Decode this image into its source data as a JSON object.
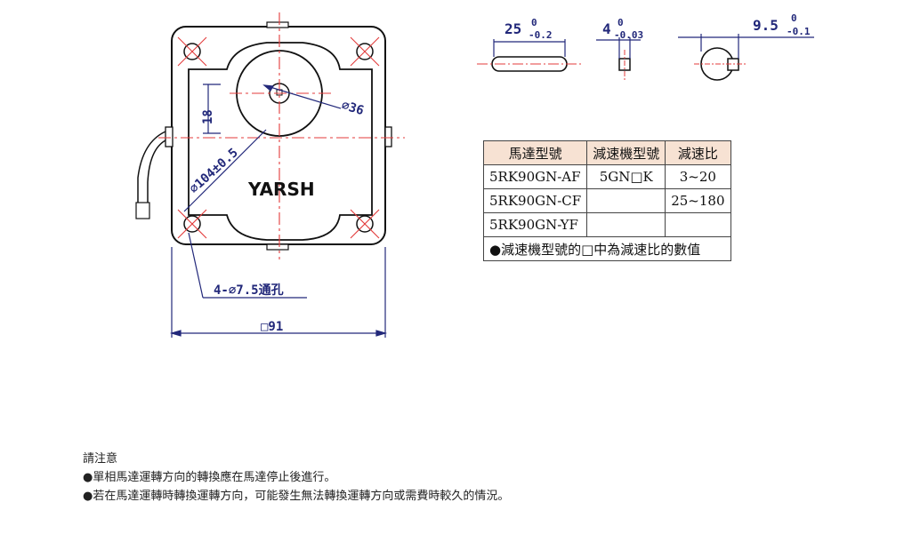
{
  "drawing": {
    "brand": "YARSH",
    "dim_diameter_36": "⌀36",
    "dim_18": "18",
    "dim_diameter_104": "⌀104±0.5",
    "dim_holes": "4-⌀7.5通孔",
    "dim_square_91": "□91",
    "shaft_length": {
      "value": "25",
      "upper": "0",
      "lower": "-0.2"
    },
    "key_width": {
      "value": "4",
      "upper": "0",
      "lower": "-0.03"
    },
    "key_height": {
      "value": "9.5",
      "upper": "0",
      "lower": "-0.1"
    }
  },
  "table": {
    "headers": [
      "馬達型號",
      "減速機型號",
      "減速比"
    ],
    "rows": [
      [
        "5RK90GN-AF",
        "5GN□K",
        "3~20"
      ],
      [
        "5RK90GN-CF",
        "",
        "25~180"
      ],
      [
        "5RK90GN-YF",
        "",
        ""
      ]
    ],
    "note": "●減速機型號的□中為減速比的數值"
  },
  "notes": {
    "title": "請注意",
    "items": [
      "●單相馬達運轉方向的轉換應在馬達停止後進行。",
      "●若在馬達運轉時轉換運轉方向，可能發生無法轉換運轉方向或需費時較久的情況。"
    ]
  },
  "colors": {
    "outline": "#111111",
    "dimension": "#22287a",
    "centerline": "#e33b3b",
    "header_bg": "#f7e2d3"
  }
}
